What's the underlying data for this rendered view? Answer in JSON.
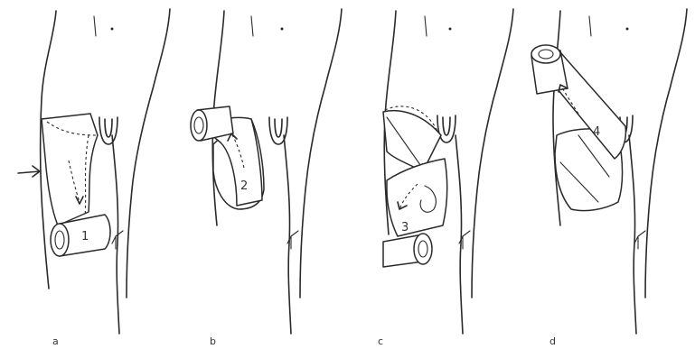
{
  "panels": [
    {
      "id": "a",
      "label": "a",
      "step": "1"
    },
    {
      "id": "b",
      "label": "b",
      "step": "2"
    },
    {
      "id": "c",
      "label": "c",
      "step": "3"
    },
    {
      "id": "d",
      "label": "d",
      "step": "4"
    }
  ],
  "colors": {
    "ink": "#2a2a2a",
    "paper": "#ffffff"
  }
}
